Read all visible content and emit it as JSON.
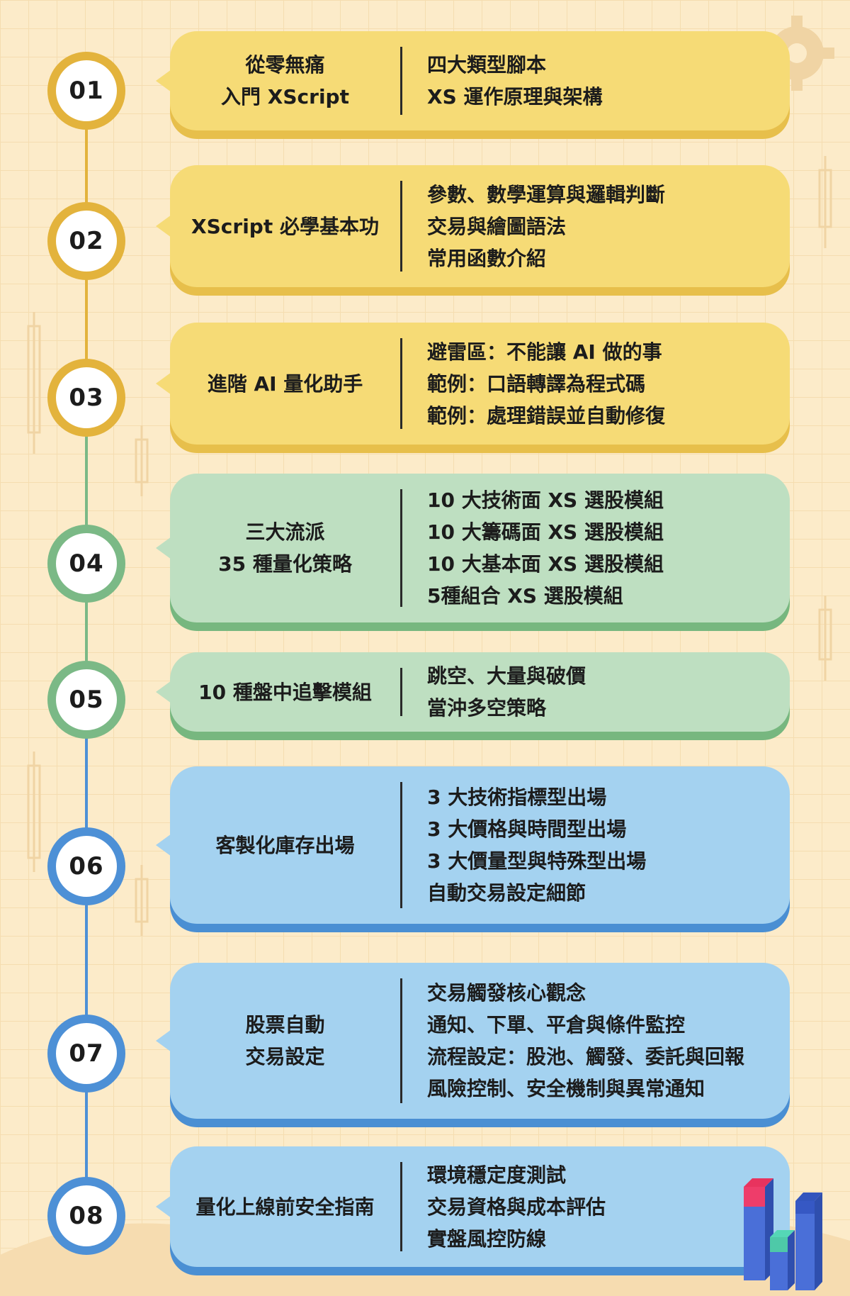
{
  "colors": {
    "background": "#fcebc9",
    "yellow": {
      "card": "#f6db76",
      "shadow": "#e7bf4b",
      "ring": "#e3b33c"
    },
    "green": {
      "card": "#bedfc1",
      "shadow": "#77b77f",
      "ring": "#7bb986"
    },
    "blue": {
      "card": "#a4d2f0",
      "shadow": "#4a8fd3",
      "ring": "#4d90d6"
    }
  },
  "steps": [
    {
      "number": "01",
      "theme": "yellow",
      "title": [
        "從零無痛",
        "入門 XScript"
      ],
      "items": [
        "四大類型腳本",
        "XS 運作原理與架構"
      ]
    },
    {
      "number": "02",
      "theme": "yellow",
      "title": [
        "XScript 必學基本功"
      ],
      "items": [
        "參數、數學運算與邏輯判斷",
        "交易與繪圖語法",
        "常用函數介紹"
      ]
    },
    {
      "number": "03",
      "theme": "yellow",
      "title": [
        "進階 AI 量化助手"
      ],
      "items": [
        "避雷區：不能讓 AI 做的事",
        "範例：口語轉譯為程式碼",
        "範例：處理錯誤並自動修復"
      ]
    },
    {
      "number": "04",
      "theme": "green",
      "title": [
        "三大流派",
        "35 種量化策略"
      ],
      "items": [
        "10 大技術面 XS 選股模組",
        "10 大籌碼面 XS 選股模組",
        "10 大基本面 XS 選股模組",
        "5種組合 XS 選股模組"
      ]
    },
    {
      "number": "05",
      "theme": "green",
      "title": [
        "10 種盤中追擊模組"
      ],
      "items": [
        "跳空、大量與破價",
        "當沖多空策略"
      ]
    },
    {
      "number": "06",
      "theme": "blue",
      "title": [
        "客製化庫存出場"
      ],
      "items": [
        "3 大技術指標型出場",
        "3 大價格與時間型出場",
        "3 大價量型與特殊型出場",
        "自動交易設定細節"
      ]
    },
    {
      "number": "07",
      "theme": "blue",
      "title": [
        "股票自動",
        "交易設定"
      ],
      "items": [
        "交易觸發核心觀念",
        "通知、下單、平倉與條件監控",
        "流程設定：股池、觸發、委託與回報",
        "風險控制、安全機制與異常通知"
      ]
    },
    {
      "number": "08",
      "theme": "blue",
      "title": [
        "量化上線前安全指南"
      ],
      "items": [
        "環境穩定度測試",
        "交易資格與成本評估",
        "實盤風控防線"
      ]
    }
  ],
  "icons": {
    "decoration": "bar-chart-3d-icon",
    "gear": "gear-icon"
  }
}
